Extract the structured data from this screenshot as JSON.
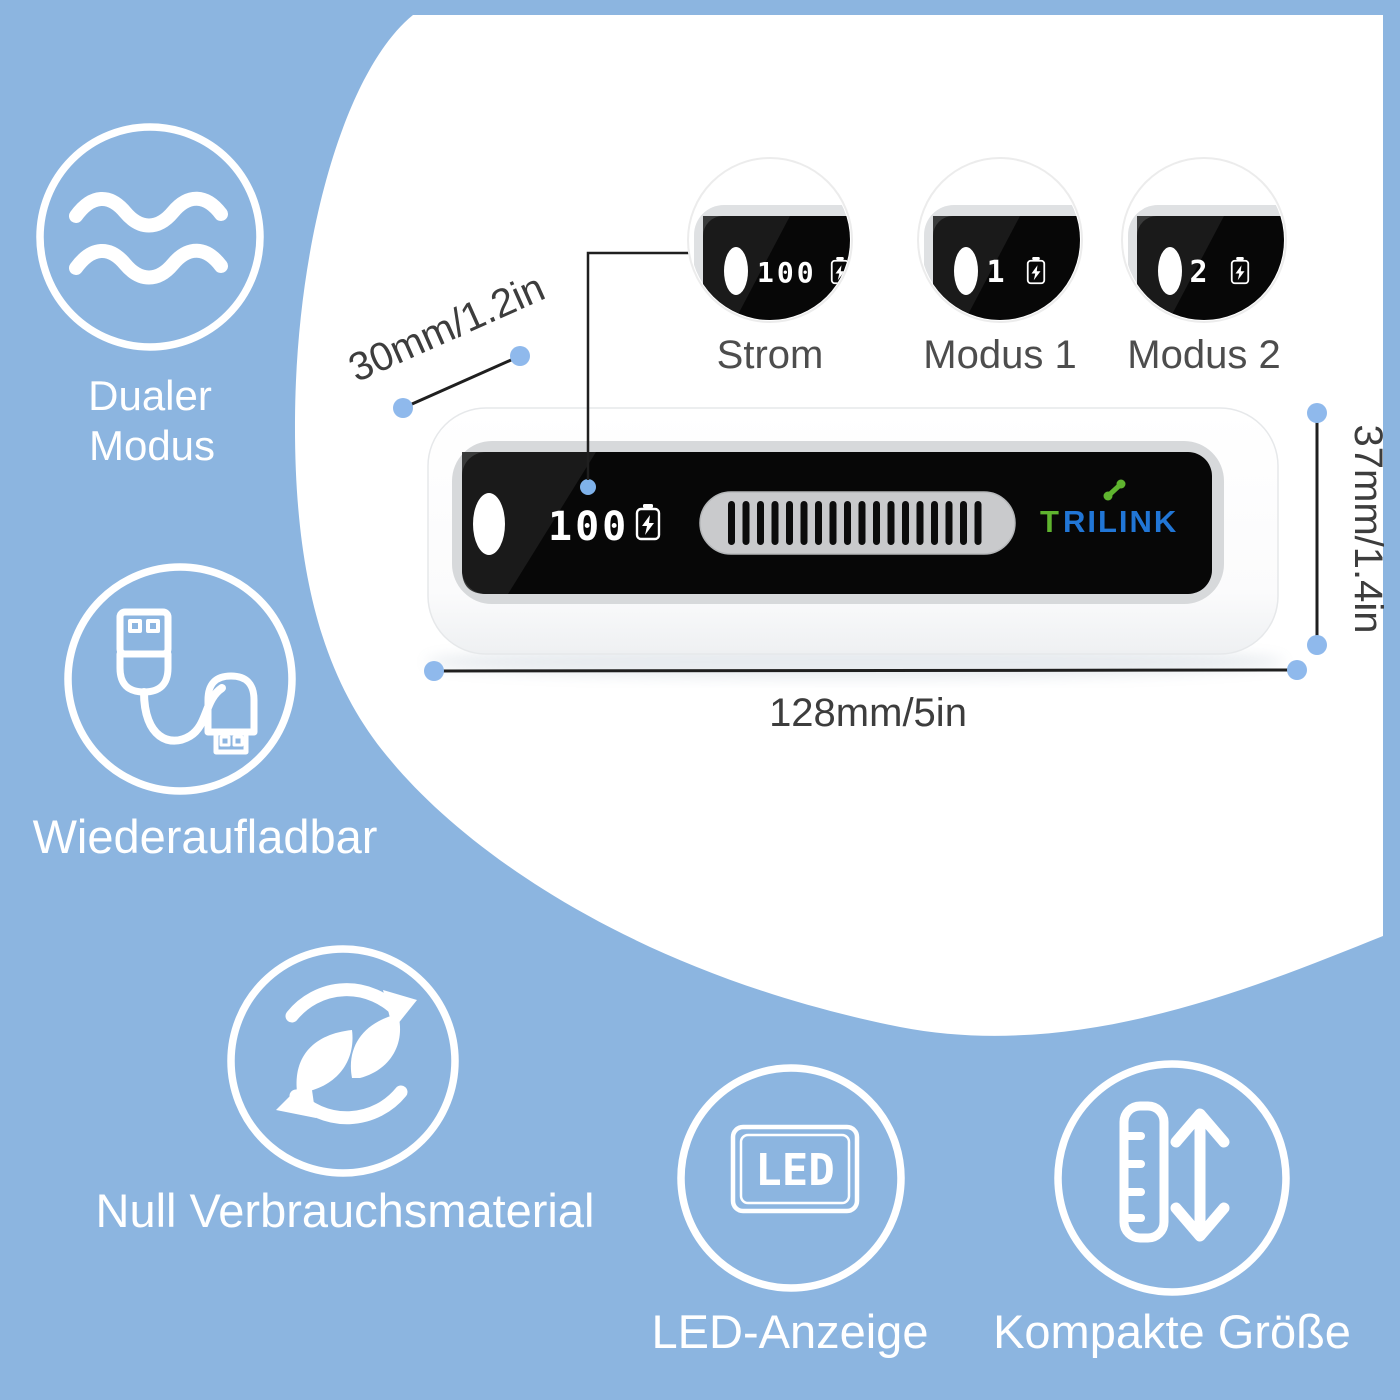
{
  "colors": {
    "background": "#8CB5E0",
    "panel": "#FFFFFF",
    "accent_dot": "#8FB9EC",
    "leader_line": "#1F1F1F",
    "dimension_text": "#3D3D3D",
    "callout_text": "#4D4D4D",
    "display_black": "#070707",
    "vent_gray": "#C9CACC",
    "logo_green": "#5FB42F",
    "logo_blue": "#2176D6"
  },
  "features": [
    {
      "label_line1": "Dualer",
      "label_line2": "Modus",
      "icon": "waves-icon"
    },
    {
      "label": "Wiederaufladbar",
      "icon": "usb-cables-icon"
    },
    {
      "label": "Null Verbrauchsmaterial",
      "icon": "recycle-leaves-icon"
    },
    {
      "label": "LED-Anzeige",
      "icon": "led-display-icon",
      "icon_text": "LED"
    },
    {
      "label": "Kompakte Größe",
      "icon": "ruler-height-icon"
    }
  ],
  "callouts": [
    {
      "label": "Strom",
      "display_value": "100"
    },
    {
      "label": "Modus 1",
      "display_value": "1"
    },
    {
      "label": "Modus 2",
      "display_value": "2"
    }
  ],
  "device": {
    "display_value": "100",
    "logo_first": "T",
    "logo_rest": "RILINK",
    "battery_icon": "battery-charging-icon",
    "status_dot": "power-indicator-dot"
  },
  "dimensions": {
    "depth": "30mm/1.2in",
    "height": "37mm/1.4in",
    "width": "128mm/5in"
  }
}
